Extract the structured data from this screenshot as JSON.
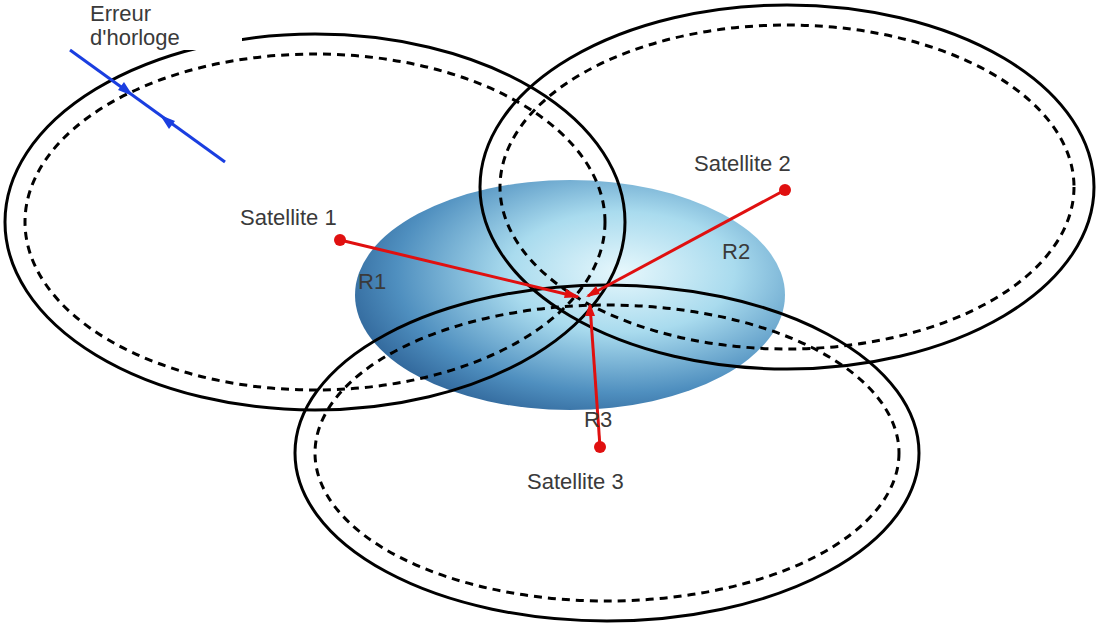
{
  "diagram": {
    "labels": [
      "Erreur d'horloge",
      "Satellite 1",
      "R1",
      "Satellite 2",
      "R2",
      "R3",
      "Satellite 3"
    ]
  }
}
